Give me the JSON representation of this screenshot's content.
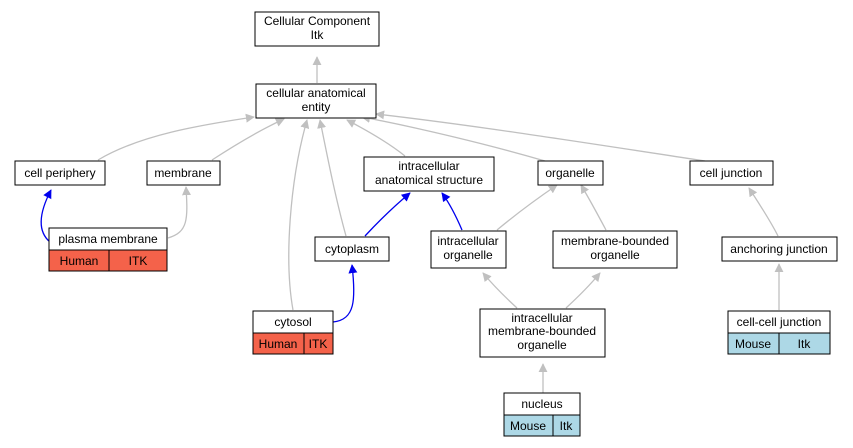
{
  "colors": {
    "gray_edge": "#c0c0c0",
    "blue_edge": "#0000ee",
    "human_tag": "#f4624a",
    "mouse_tag": "#add8e6"
  },
  "nodes": {
    "root": [
      "Cellular Component",
      "Itk"
    ],
    "cae": [
      "cellular anatomical",
      "entity"
    ],
    "periphery": [
      "cell periphery"
    ],
    "membrane": [
      "membrane"
    ],
    "ias": [
      "intracellular",
      "anatomical structure"
    ],
    "organelle": [
      "organelle"
    ],
    "junction": [
      "cell junction"
    ],
    "plasma": [
      "plasma membrane"
    ],
    "cytoplasm": [
      "cytoplasm"
    ],
    "io": [
      "intracellular",
      "organelle"
    ],
    "mbo": [
      "membrane-bounded",
      "organelle"
    ],
    "anchoring": [
      "anchoring junction"
    ],
    "cytosol": [
      "cytosol"
    ],
    "imbo": [
      "intracellular",
      "membrane-bounded",
      "organelle"
    ],
    "ccj": [
      "cell-cell junction"
    ],
    "nucleus": [
      "nucleus"
    ]
  },
  "tags": {
    "plasma": [
      "Human",
      "ITK"
    ],
    "cytosol": [
      "Human",
      "ITK"
    ],
    "ccj": [
      "Mouse",
      "Itk"
    ],
    "nucleus": [
      "Mouse",
      "Itk"
    ]
  }
}
